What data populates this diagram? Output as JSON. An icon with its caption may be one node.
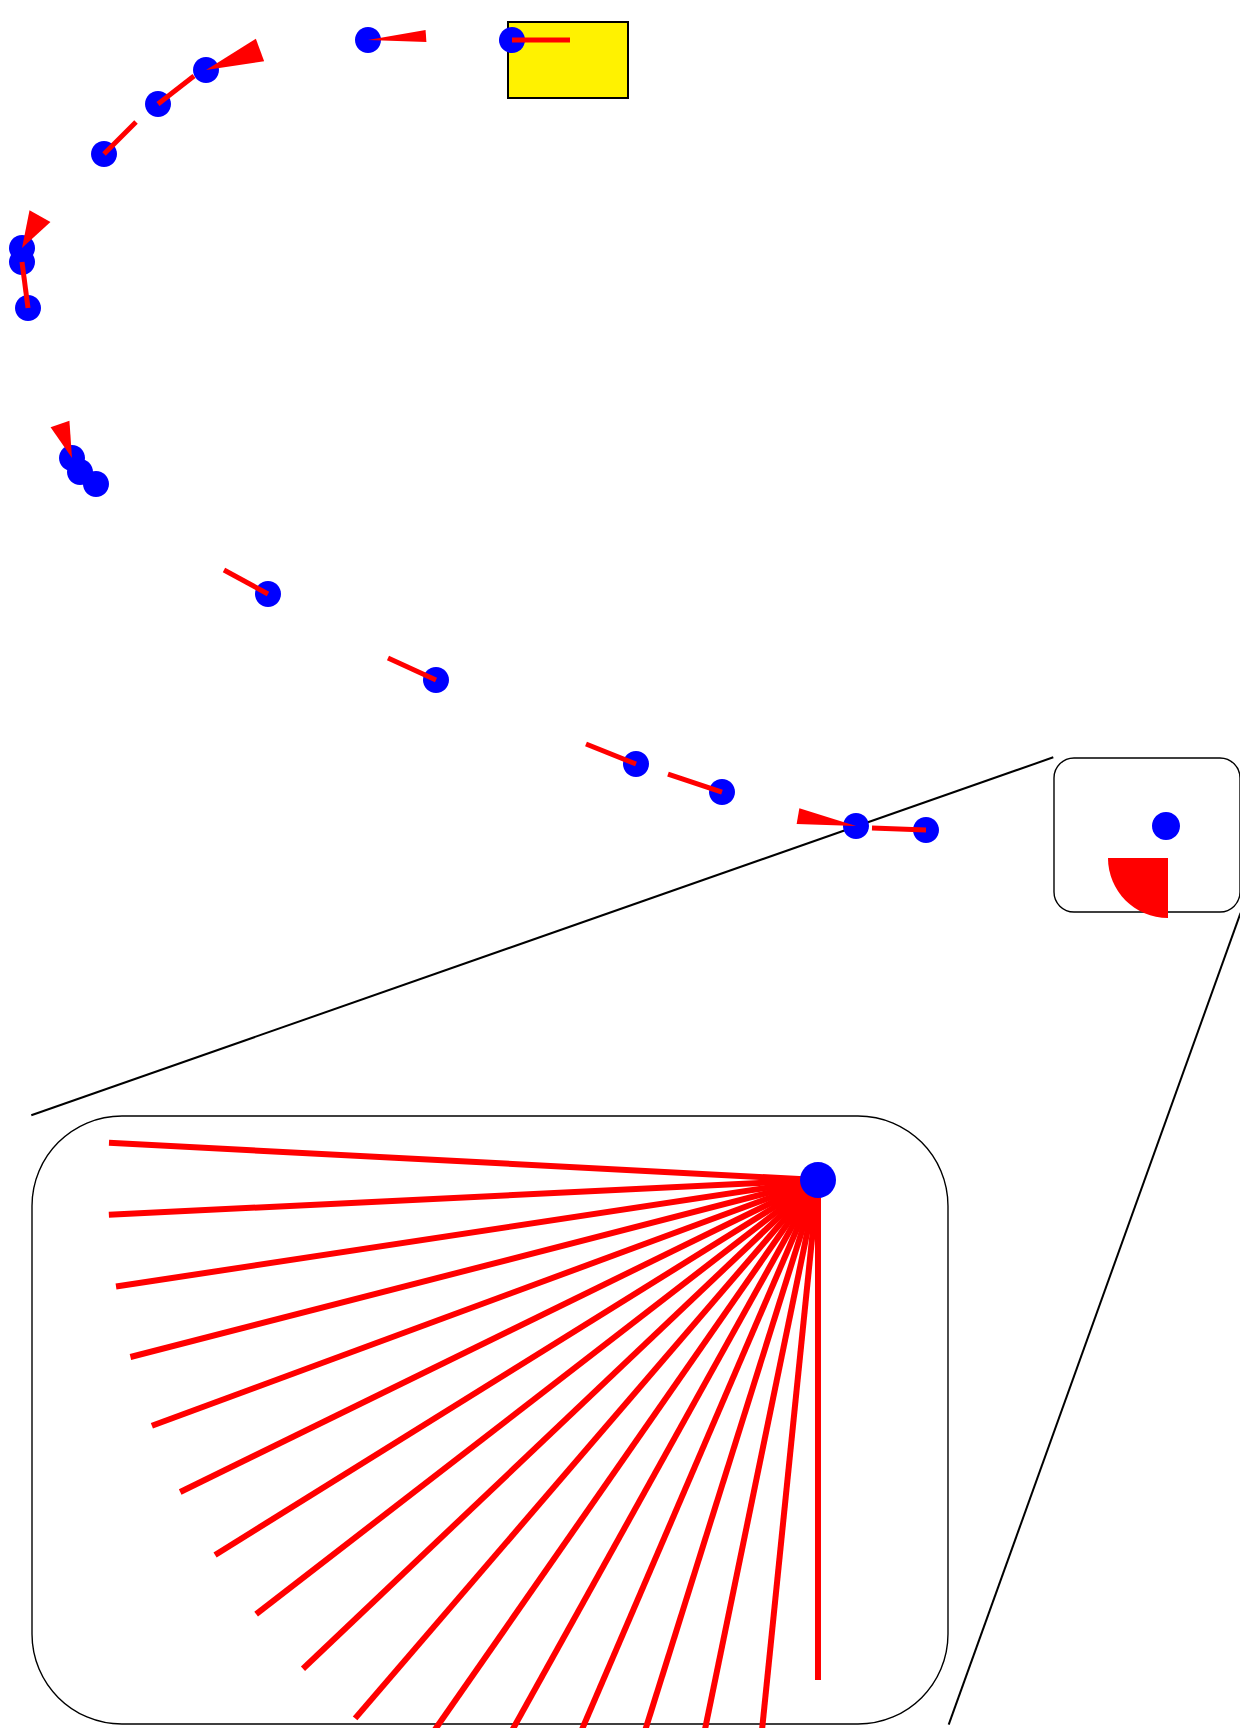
{
  "diagram": {
    "nodes": [
      {
        "text": [],
        "shape": "box"
      },
      {
        "text": [],
        "shape": "box"
      },
      {
        "text": [],
        "shape": "box"
      }
    ],
    "edges": [
      {
        "from": 1,
        "to": 2,
        "arrow": "none"
      },
      {
        "from": 1,
        "to": 2,
        "arrow": "none"
      }
    ]
  }
}
